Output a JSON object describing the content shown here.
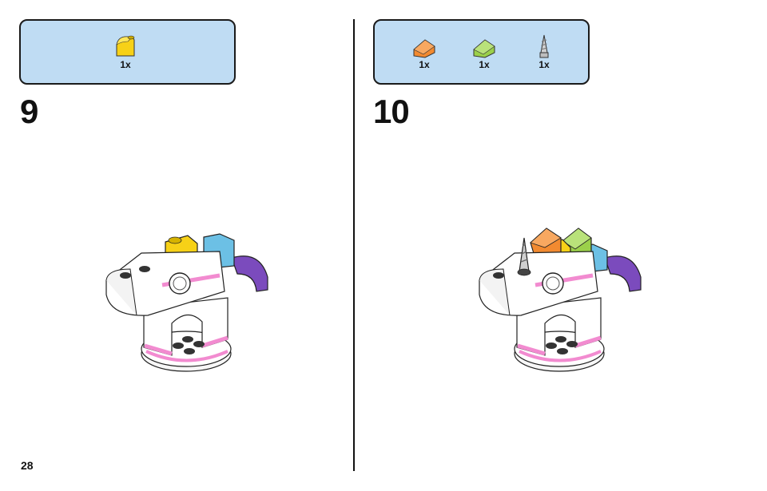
{
  "page": {
    "number": "28"
  },
  "steps": [
    {
      "number": "9",
      "parts": [
        {
          "icon": "yellow-curved-slope-brick-icon",
          "color": "#f7d117",
          "qty": "1x"
        }
      ]
    },
    {
      "number": "10",
      "parts": [
        {
          "icon": "orange-slope-brick-icon",
          "color": "#f28a30",
          "qty": "1x"
        },
        {
          "icon": "lime-slope-brick-icon",
          "color": "#9bd04a",
          "qty": "1x"
        },
        {
          "icon": "grey-unicorn-horn-icon",
          "color": "#a8a8a8",
          "qty": "1x"
        }
      ]
    }
  ],
  "colors": {
    "panel": "#bfdcf3",
    "yellow": "#f7d117",
    "orange": "#f28a30",
    "lime": "#9bd04a",
    "blue": "#6cc0e5",
    "purple": "#7b4bbd",
    "pink": "#f28bd0",
    "grey": "#a8a8a8"
  }
}
